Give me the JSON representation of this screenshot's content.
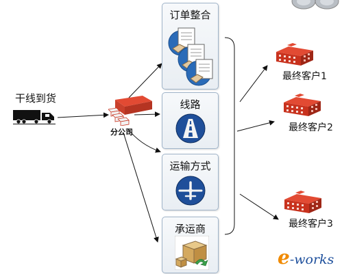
{
  "source": {
    "label": "干线到货"
  },
  "branch": {
    "label": "分公司"
  },
  "panels": [
    {
      "title": "订单整合",
      "icon": "documents-icon"
    },
    {
      "title": "线路",
      "icon": "road-icon"
    },
    {
      "title": "运输方式",
      "icon": "airplane-icon"
    },
    {
      "title": "承运商",
      "icon": "shipping-boxes-icon"
    }
  ],
  "customers": [
    {
      "label": "最终客户1"
    },
    {
      "label": "最终客户2"
    },
    {
      "label": "最终客户3"
    }
  ],
  "watermark": {
    "e": "e",
    "rest": "-works"
  },
  "colors": {
    "truck": "#111111",
    "building": "#c8321e",
    "road_icon_bg": "#1f4f9a",
    "panel_border": "#9fb3c8",
    "watermark_orange": "#f08a00",
    "watermark_blue": "#1d4f9c"
  }
}
